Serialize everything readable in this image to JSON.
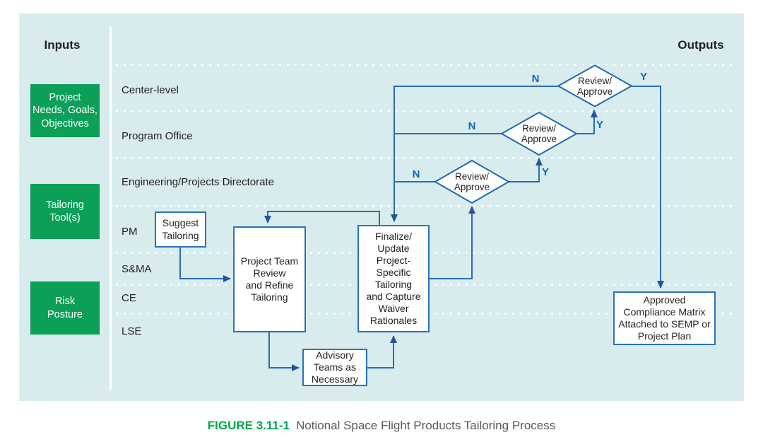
{
  "colors": {
    "panel_background": "#d8eced",
    "input_box_green": "#0c9f58",
    "connector_blue": "#2a6cb5",
    "box_border_blue": "#2a74ba",
    "yes_no_label_blue": "#1268b3",
    "caption_green": "#00a551",
    "caption_gray": "#58595b"
  },
  "header": {
    "inputs": "Inputs",
    "outputs": "Outputs"
  },
  "input_boxes": [
    {
      "label": "Project\nNeeds, Goals,\nObjectives"
    },
    {
      "label": "Tailoring\nTool(s)"
    },
    {
      "label": "Risk\nPosture"
    }
  ],
  "lanes": [
    {
      "label": "Center-level"
    },
    {
      "label": "Program Office"
    },
    {
      "label": "Engineering/Projects Directorate"
    },
    {
      "label": "PM"
    },
    {
      "label": "S&MA"
    },
    {
      "label": "CE"
    },
    {
      "label": "LSE"
    }
  ],
  "process_boxes": {
    "suggest": {
      "label": "Suggest\nTailoring"
    },
    "project_team": {
      "label": "Project Team\nReview\nand Refine\nTailoring"
    },
    "finalize": {
      "label": "Finalize/\nUpdate\nProject-\nSpecific\nTailoring\nand Capture\nWaiver\nRationales"
    },
    "advisory": {
      "label": "Advisory\nTeams as\nNecessary"
    },
    "approved": {
      "label": "Approved\nCompliance Matrix\nAttached to SEMP or\nProject Plan"
    }
  },
  "decisions": [
    {
      "label": "Review/\nApprove",
      "no": "N",
      "yes": "Y"
    },
    {
      "label": "Review/\nApprove",
      "no": "N",
      "yes": "Y"
    },
    {
      "label": "Review/\nApprove",
      "no": "N",
      "yes": "Y"
    }
  ],
  "caption": {
    "tag": "FIGURE 3.11-1",
    "text": "Notional Space Flight Products Tailoring Process"
  }
}
